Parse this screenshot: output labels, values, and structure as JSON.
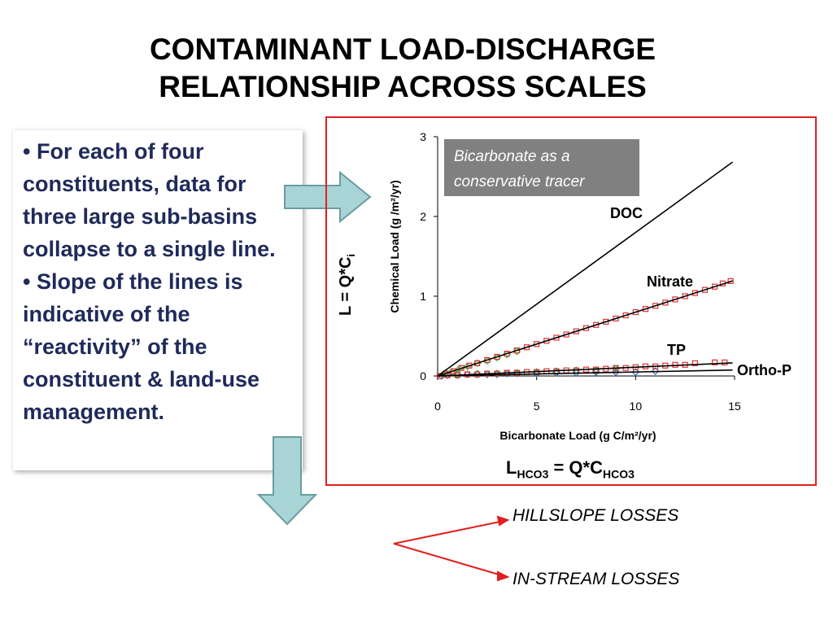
{
  "slide": {
    "title_line1": "CONTAMINANT LOAD-DISCHARGE",
    "title_line2": "RELATIONSHIP ACROSS SCALES"
  },
  "bullets": [
    "• For each of four constituents, data for three large sub-basins collapse to a single line.",
    "• Slope of the lines is indicative of the “reactivity”  of the constituent & land-use management."
  ],
  "equations": {
    "y_axis_eq": "L = Q*C",
    "y_axis_eq_sub": "i",
    "bottom_eq_l": "L",
    "bottom_eq_l_sub": "HCO3",
    "bottom_eq_mid": " = Q*C",
    "bottom_eq_c_sub": "HCO3"
  },
  "losses": {
    "hillslope": "HILLSLOPE LOSSES",
    "instream": "IN-STREAM LOSSES"
  },
  "colors": {
    "frame": "#e02020",
    "arrow_fill": "#a9d4d6",
    "arrow_stroke": "#6a9ca0",
    "bullet_text": "#1f2a5a",
    "tracer_box": "#808080",
    "tracer_text": "#ffffff",
    "series_red": "#e03030",
    "series_green": "#40c040",
    "series_blue": "#4070c0"
  },
  "icons": {
    "right_arrow": "block-arrow-right",
    "down_arrow": "block-arrow-down",
    "fork_arrow": "red-fork-arrows"
  },
  "chart_data": {
    "type": "scatter",
    "xlabel": "Bicarbonate Load (g C/m²/yr)",
    "ylabel": "Chemical Load (g /m²/yr)",
    "xlim": [
      0,
      15
    ],
    "ylim": [
      0,
      3
    ],
    "xticks": [
      "0",
      "5",
      "10",
      "15"
    ],
    "yticks": [
      "0",
      "1",
      "2",
      "3"
    ],
    "annotation_box": "Bicarbonate as a conservative tracer",
    "lines": [
      {
        "name": "DOC",
        "slope": 0.18
      },
      {
        "name": "Nitrate",
        "slope": 0.08
      },
      {
        "name": "TP",
        "slope": 0.011
      },
      {
        "name": "Ortho-P",
        "slope": 0.005
      }
    ],
    "points_nitrate": [
      [
        0.1,
        0.0
      ],
      [
        0.4,
        0.03
      ],
      [
        0.8,
        0.06
      ],
      [
        1.2,
        0.1
      ],
      [
        1.6,
        0.13
      ],
      [
        2,
        0.16
      ],
      [
        2.5,
        0.2
      ],
      [
        3,
        0.24
      ],
      [
        3.5,
        0.28
      ],
      [
        4,
        0.32
      ],
      [
        4.5,
        0.36
      ],
      [
        5,
        0.4
      ],
      [
        5.5,
        0.44
      ],
      [
        6,
        0.48
      ],
      [
        6.5,
        0.52
      ],
      [
        7,
        0.56
      ],
      [
        7.5,
        0.6
      ],
      [
        8,
        0.64
      ],
      [
        8.5,
        0.68
      ],
      [
        9,
        0.72
      ],
      [
        9.5,
        0.76
      ],
      [
        10,
        0.8
      ],
      [
        10.5,
        0.84
      ],
      [
        11,
        0.88
      ],
      [
        11.5,
        0.92
      ],
      [
        12,
        0.96
      ],
      [
        12.5,
        1.0
      ],
      [
        13,
        1.04
      ],
      [
        13.5,
        1.08
      ],
      [
        14,
        1.12
      ],
      [
        14.4,
        1.16
      ],
      [
        14.8,
        1.19
      ]
    ],
    "points_tp": [
      [
        0.5,
        0.01
      ],
      [
        1,
        0.01
      ],
      [
        1.5,
        0.02
      ],
      [
        2,
        0.02
      ],
      [
        2.5,
        0.03
      ],
      [
        3,
        0.03
      ],
      [
        3.5,
        0.04
      ],
      [
        4,
        0.04
      ],
      [
        4.5,
        0.05
      ],
      [
        5,
        0.05
      ],
      [
        5.5,
        0.06
      ],
      [
        6,
        0.06
      ],
      [
        6.5,
        0.07
      ],
      [
        7,
        0.07
      ],
      [
        7.5,
        0.08
      ],
      [
        8,
        0.08
      ],
      [
        8.5,
        0.09
      ],
      [
        9,
        0.1
      ],
      [
        9.5,
        0.1
      ],
      [
        10,
        0.11
      ],
      [
        10.5,
        0.12
      ],
      [
        11,
        0.12
      ],
      [
        11.5,
        0.13
      ],
      [
        12,
        0.14
      ],
      [
        12.5,
        0.14
      ],
      [
        13,
        0.16
      ],
      [
        14,
        0.17
      ],
      [
        14.5,
        0.17
      ]
    ],
    "points_green": [
      [
        0.3,
        0.02
      ],
      [
        0.7,
        0.05
      ],
      [
        1.1,
        0.09
      ],
      [
        1.5,
        0.12
      ],
      [
        2,
        0.16
      ],
      [
        2.5,
        0.19
      ],
      [
        3,
        0.23
      ],
      [
        3.5,
        0.27
      ],
      [
        4,
        0.31
      ],
      [
        1,
        0.02
      ],
      [
        2,
        0.03
      ],
      [
        3,
        0.03
      ],
      [
        4,
        0.04
      ],
      [
        5,
        0.05
      ],
      [
        6,
        0.06
      ],
      [
        7,
        0.07
      ],
      [
        8,
        0.07
      ],
      [
        9,
        0.09
      ]
    ],
    "points_blue": [
      [
        0.2,
        0.0
      ],
      [
        0.5,
        0.01
      ],
      [
        1,
        0.01
      ],
      [
        1.5,
        0.02
      ],
      [
        2,
        0.02
      ],
      [
        2.5,
        0.02
      ],
      [
        3,
        0.02
      ],
      [
        3.5,
        0.03
      ],
      [
        4,
        0.03
      ],
      [
        5,
        0.03
      ],
      [
        6,
        0.04
      ],
      [
        7,
        0.04
      ],
      [
        8,
        0.05
      ],
      [
        9,
        0.05
      ],
      [
        10,
        0.05
      ],
      [
        11,
        0.06
      ]
    ]
  }
}
